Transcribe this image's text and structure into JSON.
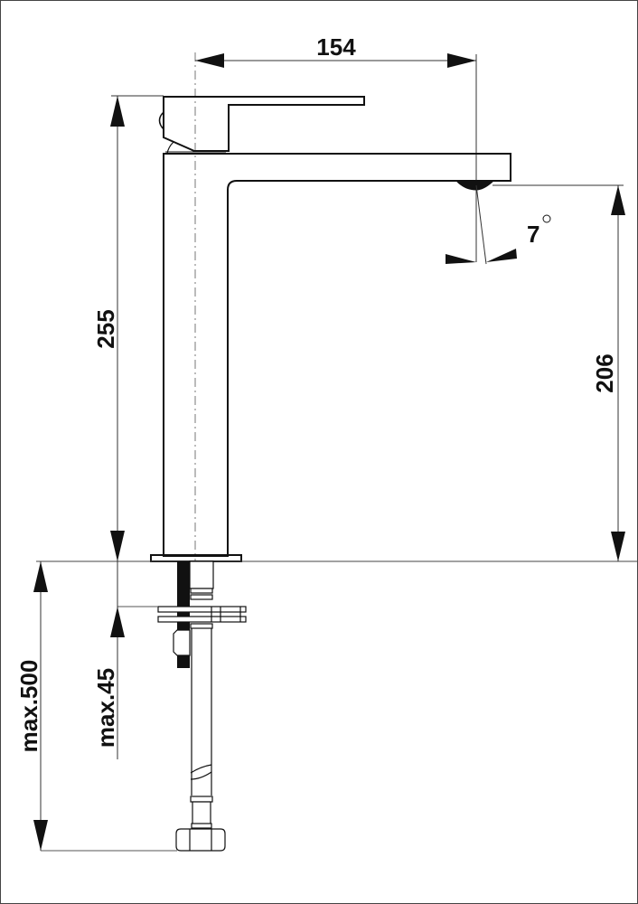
{
  "drawing": {
    "subject": "Single-lever tall basin mixer faucet - side elevation",
    "colors": {
      "line": "#111111",
      "thin": "#555555",
      "background": "#ffffff"
    }
  },
  "dimensions": {
    "spout_reach": "154",
    "overall_height": "255",
    "spout_outlet_height": "206",
    "spout_angle": "7",
    "spout_angle_unit": "°",
    "hose_length": "max.500",
    "counter_thickness": "max.45"
  }
}
